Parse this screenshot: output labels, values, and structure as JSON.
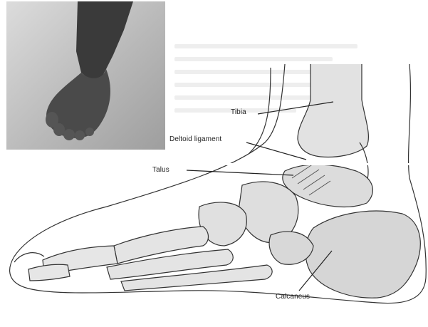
{
  "labels": {
    "tibia": "Tibia",
    "deltoid": "Deltoid ligament",
    "talus": "Talus",
    "calcaneus": "Calcaneus"
  },
  "colors": {
    "ink": "#333333",
    "bone_fill": "#d9d9d9",
    "photo_bg": "#b9b9b9",
    "skin": "#3f3f3f"
  }
}
